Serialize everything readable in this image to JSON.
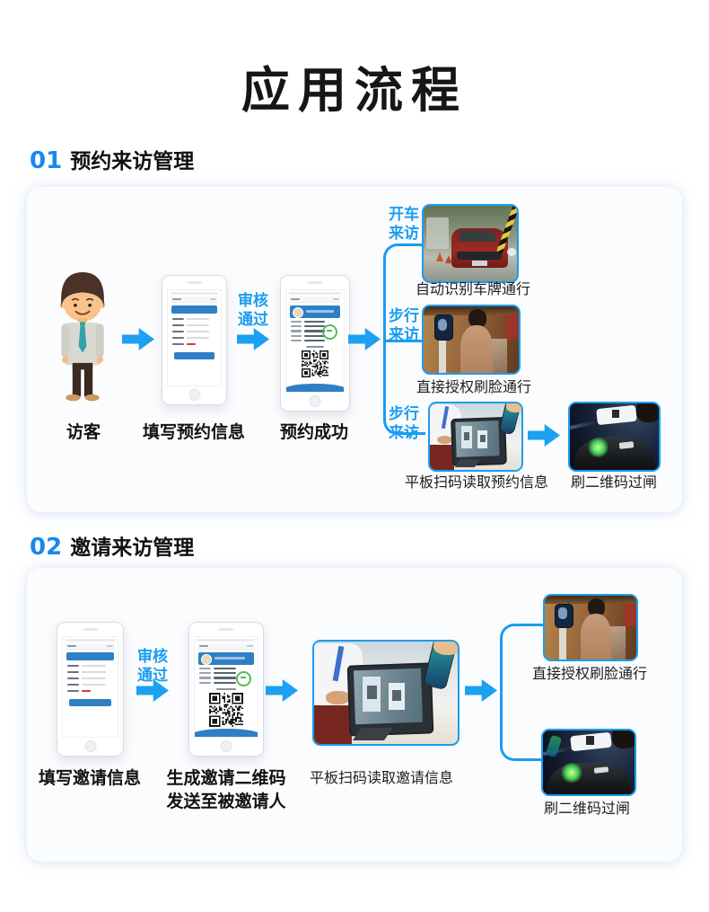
{
  "title": "应用流程",
  "accent_color": "#1b9df0",
  "section1": {
    "number": "01",
    "heading": "预约来访管理",
    "visitor_label": "访客",
    "phone_form_label": "填写预约信息",
    "approve_label": "审核通过",
    "phone_success_label": "预约成功",
    "branch_car_tag": "开车来访",
    "branch_walk_tag_1": "步行来访",
    "branch_walk_tag_2": "步行来访",
    "caption_car": "自动识别车牌通行",
    "caption_face": "直接授权刷脸通行",
    "caption_tablet": "平板扫码读取预约信息",
    "caption_gate": "刷二维码过闸"
  },
  "section2": {
    "number": "02",
    "heading": "邀请来访管理",
    "phone_form_label": "填写邀请信息",
    "approve_label": "审核通过",
    "phone_qr_label_line1": "生成邀请二维码",
    "phone_qr_label_line2": "发送至被邀请人",
    "caption_tablet": "平板扫码读取邀请信息",
    "caption_face": "直接授权刷脸通行",
    "caption_gate": "刷二维码过闸"
  }
}
